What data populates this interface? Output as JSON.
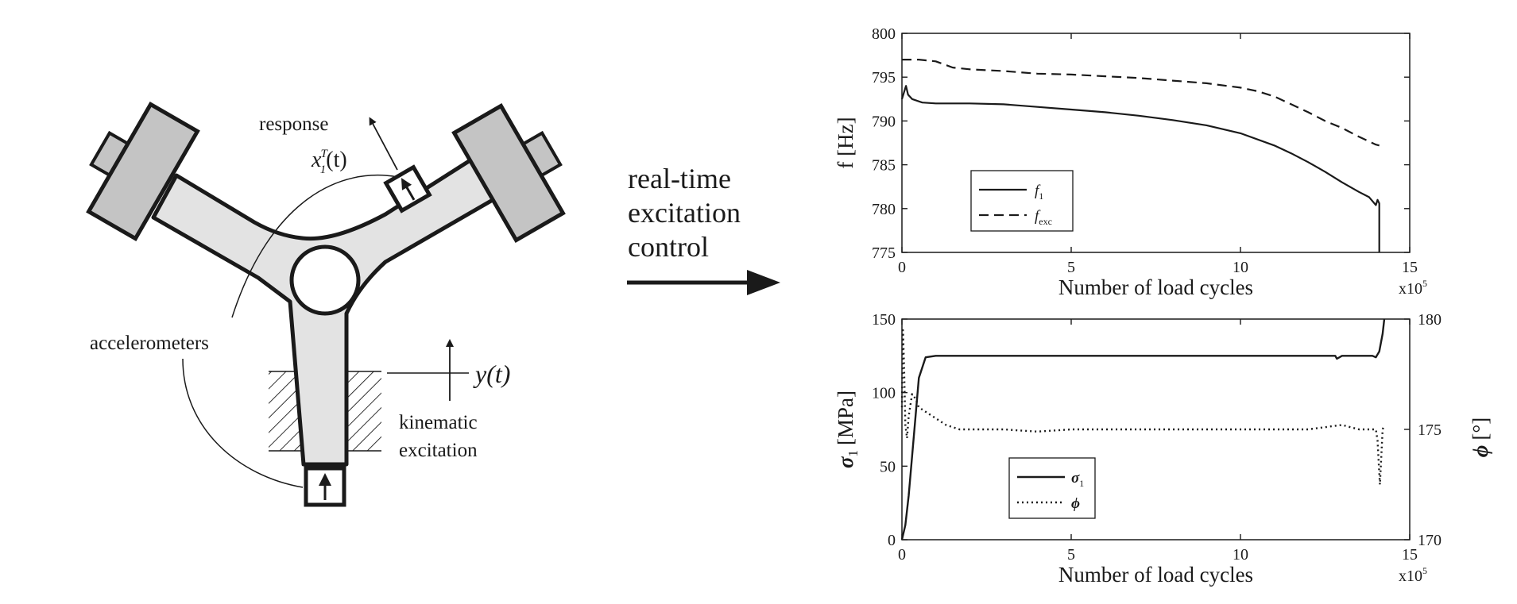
{
  "diagram": {
    "labels": {
      "response": "response",
      "response_signal": "x",
      "response_signal_sup": "T",
      "response_signal_sub": "1",
      "response_signal_arg": "(t)",
      "accelerometers": "accelerometers",
      "base_signal": "y(t)",
      "kinematic": "kinematic",
      "excitation": "excitation"
    },
    "control_text": [
      "real-time",
      "excitation",
      "control"
    ],
    "colors": {
      "specimen": "#e3e3e3",
      "masses": "#c4c4c4",
      "outline": "#1a1a1a"
    }
  },
  "chart_data": [
    {
      "type": "line",
      "xlabel": "Number of load cycles",
      "x_multiplier": "x10",
      "x_multiplier_exp": "5",
      "ylabel": "f [Hz]",
      "xlim": [
        0,
        15
      ],
      "ylim": [
        775,
        800
      ],
      "xticks": [
        "0",
        "5",
        "10",
        "15"
      ],
      "yticks": [
        "775",
        "780",
        "785",
        "790",
        "795",
        "800"
      ],
      "legend_position": "bottom-left",
      "legend": [
        {
          "main": "f",
          "sub": "1",
          "style": "solid"
        },
        {
          "main": "f",
          "sub": "exc",
          "style": "dashed"
        }
      ],
      "series": [
        {
          "name": "f1",
          "style": "solid",
          "x": [
            0.0,
            0.12,
            0.18,
            0.3,
            0.6,
            1.0,
            2.0,
            3.0,
            4.0,
            5.0,
            6.0,
            7.0,
            8.0,
            9.0,
            10.0,
            11.0,
            11.5,
            12.0,
            12.5,
            13.0,
            13.5,
            13.8,
            14.0,
            14.05,
            14.1,
            14.1
          ],
          "y": [
            792.5,
            794.0,
            793.0,
            792.5,
            792.1,
            792.0,
            792.0,
            791.9,
            791.6,
            791.3,
            791.0,
            790.6,
            790.1,
            789.5,
            788.6,
            787.2,
            786.3,
            785.3,
            784.2,
            783.0,
            781.9,
            781.3,
            780.4,
            781.0,
            780.6,
            775.0
          ]
        },
        {
          "name": "fexc",
          "style": "dashed",
          "x": [
            0.0,
            0.5,
            1.0,
            1.5,
            2.0,
            3.0,
            4.0,
            5.0,
            6.0,
            7.0,
            8.0,
            9.0,
            10.0,
            10.5,
            11.0,
            11.5,
            12.0,
            12.5,
            13.0,
            13.5,
            14.0,
            14.1
          ],
          "y": [
            797.0,
            797.0,
            796.8,
            796.1,
            795.9,
            795.7,
            795.4,
            795.3,
            795.1,
            794.9,
            794.6,
            794.3,
            793.8,
            793.4,
            792.8,
            791.9,
            791.0,
            790.0,
            789.2,
            788.2,
            787.3,
            787.2
          ]
        }
      ]
    },
    {
      "type": "line",
      "xlabel": "Number of load cycles",
      "x_multiplier": "x10",
      "x_multiplier_exp": "5",
      "ylabel_left": "σ",
      "ylabel_left_sub": "1",
      "ylabel_left_unit": "[MPa]",
      "ylabel_right": "ϕ",
      "ylabel_right_unit": "[°]",
      "xlim": [
        0,
        15
      ],
      "ylim_left": [
        0,
        150
      ],
      "ylim_right": [
        170,
        180
      ],
      "xticks": [
        "0",
        "5",
        "10",
        "15"
      ],
      "yticks_left": [
        "0",
        "50",
        "100",
        "150"
      ],
      "yticks_right": [
        "170",
        "175",
        "180"
      ],
      "legend_position": "bottom-left",
      "legend": [
        {
          "main": "σ",
          "sub": "1",
          "style": "solid"
        },
        {
          "main": "ϕ",
          "sub": "",
          "style": "dotted"
        }
      ],
      "series": [
        {
          "name": "sigma1",
          "axis": "left",
          "style": "solid",
          "x": [
            0.0,
            0.1,
            0.2,
            0.35,
            0.5,
            0.7,
            1.0,
            2.0,
            4.0,
            6.0,
            8.0,
            10.0,
            12.0,
            12.8,
            12.85,
            13.0,
            13.5,
            13.9,
            14.0,
            14.1,
            14.2,
            14.25
          ],
          "y": [
            0,
            10,
            30,
            70,
            110,
            124,
            125,
            125,
            125,
            125,
            125,
            125,
            125,
            125,
            123,
            125,
            125,
            125,
            124,
            128,
            140,
            150
          ]
        },
        {
          "name": "phi",
          "axis": "right",
          "style": "dotted",
          "x": [
            0.0,
            0.03,
            0.06,
            0.1,
            0.15,
            0.2,
            0.3,
            0.4,
            0.5,
            0.7,
            1.0,
            1.3,
            1.7,
            2.0,
            3.0,
            4.0,
            5.0,
            6.0,
            7.0,
            8.0,
            9.0,
            10.0,
            11.0,
            12.0,
            12.5,
            13.0,
            13.5,
            14.0,
            14.05,
            14.1,
            14.12,
            14.2,
            14.25
          ],
          "y": [
            176.0,
            179.5,
            178.0,
            175.2,
            174.6,
            175.6,
            176.6,
            176.4,
            176.0,
            175.8,
            175.5,
            175.2,
            175.0,
            175.0,
            175.0,
            174.9,
            175.0,
            175.0,
            175.0,
            175.0,
            175.0,
            175.0,
            175.0,
            175.0,
            175.1,
            175.2,
            175.0,
            175.0,
            174.5,
            173.0,
            172.5,
            175.0,
            175.2
          ]
        }
      ]
    }
  ]
}
